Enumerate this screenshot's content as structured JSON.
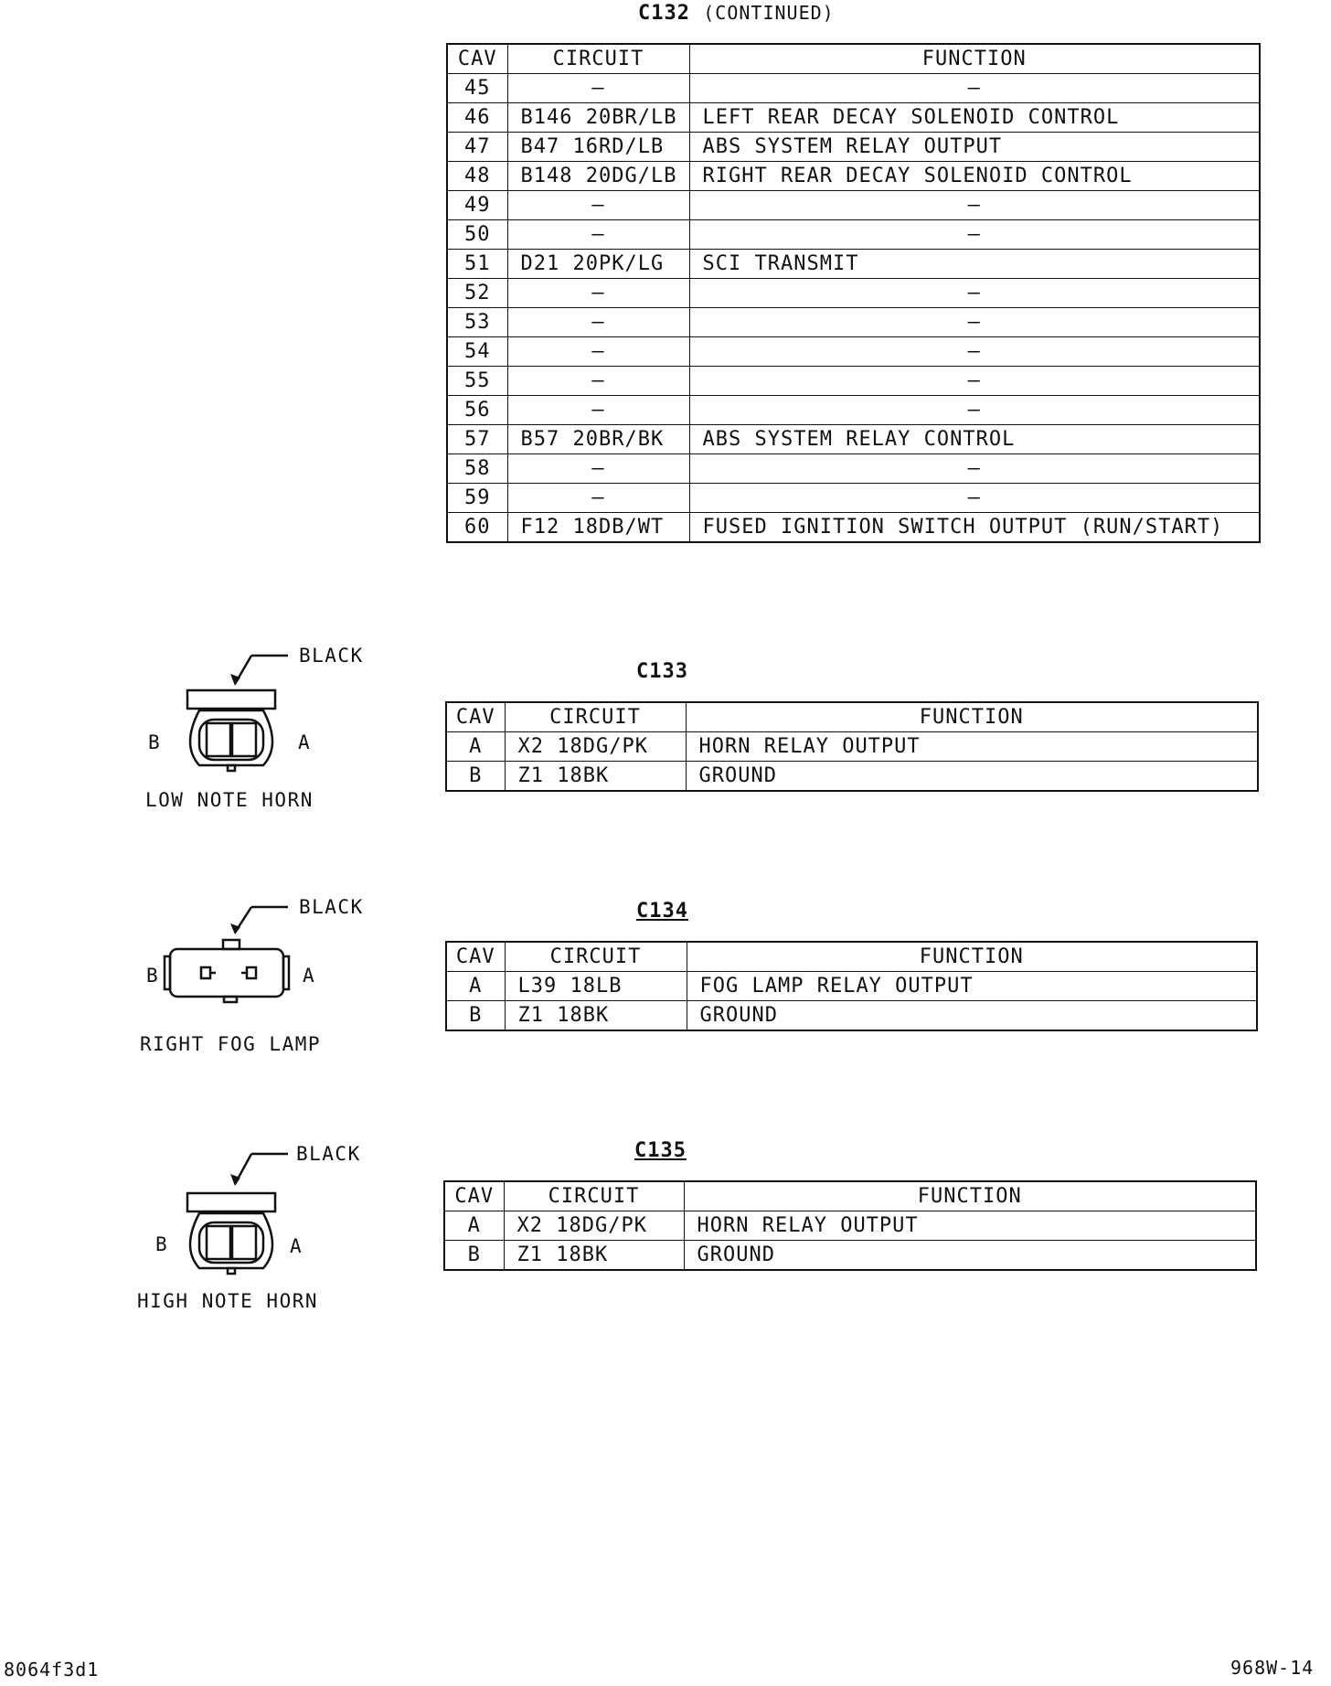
{
  "c132": {
    "title": "C132",
    "subtitle": "(CONTINUED)",
    "headers": {
      "cav": "CAV",
      "circuit": "CIRCUIT",
      "function": "FUNCTION"
    },
    "rows": [
      {
        "cav": "45",
        "circuit": "–",
        "function": "–"
      },
      {
        "cav": "46",
        "circuit": "B146 20BR/LB",
        "function": "LEFT REAR DECAY SOLENOID CONTROL"
      },
      {
        "cav": "47",
        "circuit": "B47 16RD/LB",
        "function": "ABS SYSTEM RELAY OUTPUT"
      },
      {
        "cav": "48",
        "circuit": "B148 20DG/LB",
        "function": "RIGHT REAR DECAY SOLENOID CONTROL"
      },
      {
        "cav": "49",
        "circuit": "–",
        "function": "–"
      },
      {
        "cav": "50",
        "circuit": "–",
        "function": "–"
      },
      {
        "cav": "51",
        "circuit": "D21 20PK/LG",
        "function": "SCI TRANSMIT"
      },
      {
        "cav": "52",
        "circuit": "–",
        "function": "–"
      },
      {
        "cav": "53",
        "circuit": "–",
        "function": "–"
      },
      {
        "cav": "54",
        "circuit": "–",
        "function": "–"
      },
      {
        "cav": "55",
        "circuit": "–",
        "function": "–"
      },
      {
        "cav": "56",
        "circuit": "–",
        "function": "–"
      },
      {
        "cav": "57",
        "circuit": "B57 20BR/BK",
        "function": "ABS SYSTEM RELAY CONTROL"
      },
      {
        "cav": "58",
        "circuit": "–",
        "function": "–"
      },
      {
        "cav": "59",
        "circuit": "–",
        "function": "–"
      },
      {
        "cav": "60",
        "circuit": "F12 18DB/WT",
        "function": "FUSED IGNITION SWITCH OUTPUT (RUN/START)"
      }
    ]
  },
  "c133": {
    "title": "C133",
    "headers": {
      "cav": "CAV",
      "circuit": "CIRCUIT",
      "function": "FUNCTION"
    },
    "rows": [
      {
        "cav": "A",
        "circuit": "X2 18DG/PK",
        "function": "HORN RELAY OUTPUT"
      },
      {
        "cav": "B",
        "circuit": "Z1 18BK",
        "function": "GROUND"
      }
    ],
    "connector": {
      "color_label": "BLACK",
      "pin_left": "B",
      "pin_right": "A",
      "name": "LOW NOTE HORN"
    }
  },
  "c134": {
    "title": "C134",
    "headers": {
      "cav": "CAV",
      "circuit": "CIRCUIT",
      "function": "FUNCTION"
    },
    "rows": [
      {
        "cav": "A",
        "circuit": "L39 18LB",
        "function": "FOG LAMP RELAY OUTPUT"
      },
      {
        "cav": "B",
        "circuit": "Z1 18BK",
        "function": "GROUND"
      }
    ],
    "connector": {
      "color_label": "BLACK",
      "pin_left": "B",
      "pin_right": "A",
      "name": "RIGHT FOG LAMP"
    }
  },
  "c135": {
    "title": "C135",
    "headers": {
      "cav": "CAV",
      "circuit": "CIRCUIT",
      "function": "FUNCTION"
    },
    "rows": [
      {
        "cav": "A",
        "circuit": "X2 18DG/PK",
        "function": "HORN RELAY OUTPUT"
      },
      {
        "cav": "B",
        "circuit": "Z1 18BK",
        "function": "GROUND"
      }
    ],
    "connector": {
      "color_label": "BLACK",
      "pin_left": "B",
      "pin_right": "A",
      "name": "HIGH NOTE HORN"
    }
  },
  "footer": {
    "left": "8064f3d1",
    "right": "968W-14"
  }
}
